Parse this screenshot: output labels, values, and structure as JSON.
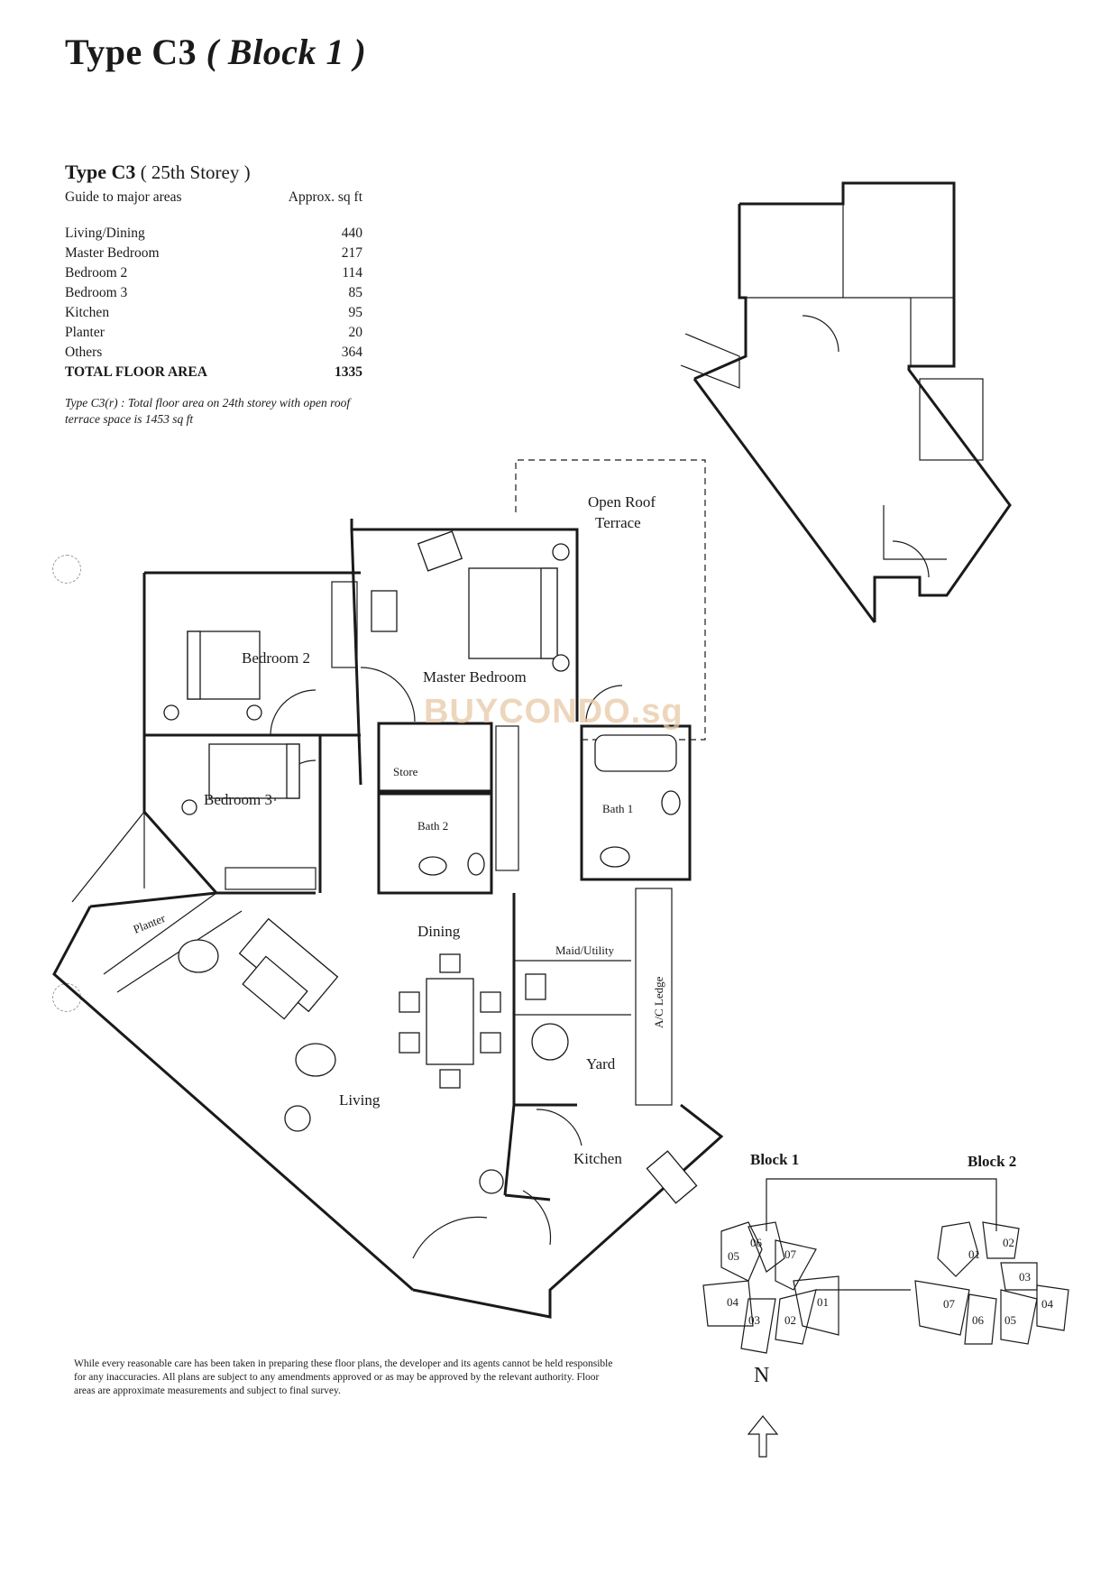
{
  "title": {
    "main": "Type C3",
    "block": "( Block 1 )"
  },
  "area_table": {
    "heading_type": "Type C3",
    "heading_storey": "( 25th Storey )",
    "guide_label": "Guide to major areas",
    "unit_label": "Approx. sq ft",
    "rows": [
      {
        "name": "Living/Dining",
        "value": "440"
      },
      {
        "name": "Master Bedroom",
        "value": "217"
      },
      {
        "name": "Bedroom 2",
        "value": "114"
      },
      {
        "name": "Bedroom 3",
        "value": "85"
      },
      {
        "name": "Kitchen",
        "value": "95"
      },
      {
        "name": "Planter",
        "value": "20"
      },
      {
        "name": "Others",
        "value": "364"
      }
    ],
    "total": {
      "name": "TOTAL FLOOR AREA",
      "value": "1335"
    },
    "note": "Type C3(r) : Total floor area on 24th storey with open roof terrace space is 1453 sq ft"
  },
  "floor_plan": {
    "rooms": {
      "open_roof_terrace_1": "Open Roof",
      "open_roof_terrace_2": "Terrace",
      "master_bedroom": "Master Bedroom",
      "bedroom_2": "Bedroom 2",
      "bedroom_3": "Bedroom 3",
      "store": "Store",
      "bath_1": "Bath 1",
      "bath_2": "Bath 2",
      "dining": "Dining",
      "maid_utility": "Maid/Utility",
      "ac_ledge": "A/C Ledge",
      "yard": "Yard",
      "planter": "Planter",
      "living": "Living",
      "kitchen": "Kitchen"
    }
  },
  "watermark": "BUYCONDO.sg",
  "key_plan": {
    "block_1_label": "Block 1",
    "block_2_label": "Block 2",
    "block_1_units": [
      "05",
      "06",
      "07",
      "04",
      "03",
      "02",
      "01"
    ],
    "block_2_units": [
      "01",
      "02",
      "03",
      "07",
      "06",
      "05",
      "04"
    ],
    "north": "N"
  },
  "disclaimer": "While every reasonable care has been taken in preparing these floor plans, the developer and its agents cannot be held responsible for any inaccuracies. All plans are subject to any amendments approved or as may be approved by the relevant authority. Floor areas are approximate measurements and subject to final survey."
}
